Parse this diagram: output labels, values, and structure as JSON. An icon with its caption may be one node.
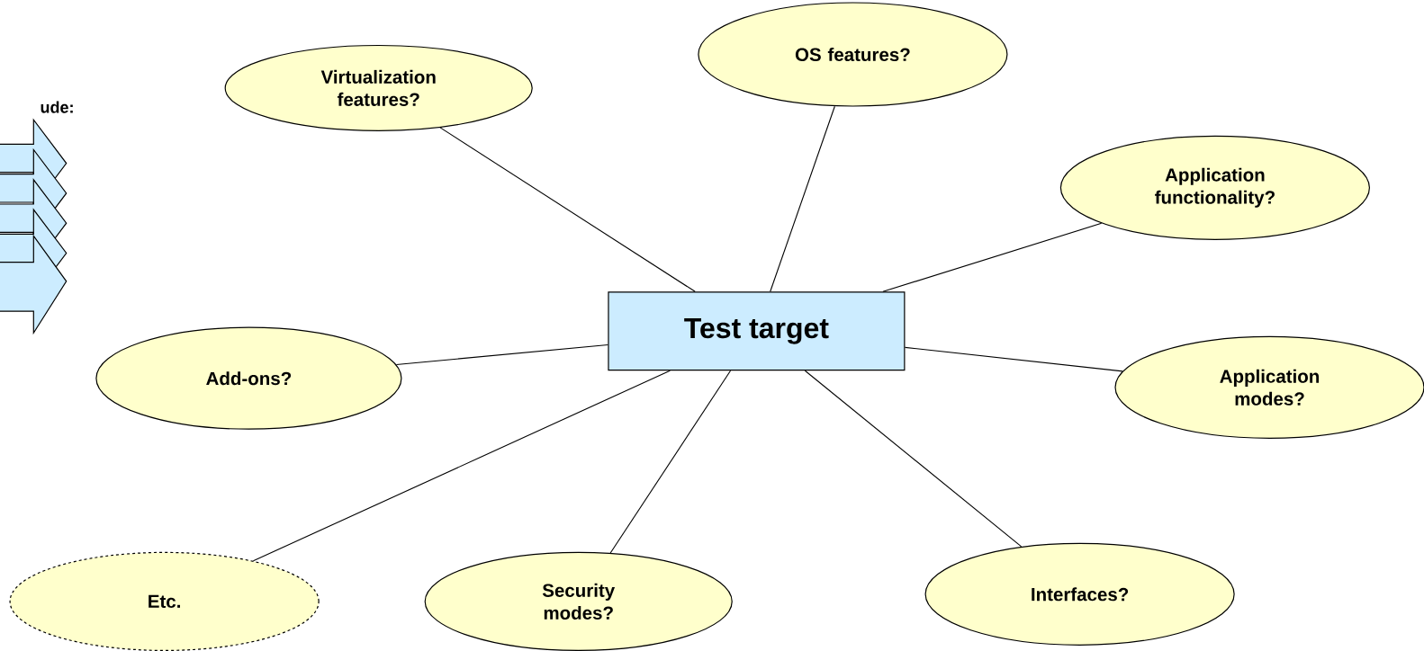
{
  "diagram": {
    "nodes": [
      {
        "text": [
          "Virtualization features?"
        ]
      },
      {
        "text": [
          "OS features?"
        ]
      },
      {
        "text": [
          "Application functionality?"
        ]
      },
      {
        "text": [
          "Test target"
        ]
      },
      {
        "text": [
          "Add-ons?"
        ]
      },
      {
        "text": [
          "Application modes?"
        ]
      },
      {
        "text": [
          "Etc."
        ]
      },
      {
        "text": [
          "Security modes?"
        ]
      },
      {
        "text": [
          "Interfaces?"
        ]
      }
    ],
    "edges": [
      {
        "from": 3,
        "to": 0,
        "arrow": "none"
      },
      {
        "from": 3,
        "to": 1,
        "arrow": "none"
      },
      {
        "from": 3,
        "to": 2,
        "arrow": "none"
      },
      {
        "from": 3,
        "to": 4,
        "arrow": "none"
      },
      {
        "from": 3,
        "to": 5,
        "arrow": "none"
      },
      {
        "from": 3,
        "to": 6,
        "arrow": "none"
      },
      {
        "from": 3,
        "to": 7,
        "arrow": "none"
      },
      {
        "from": 3,
        "to": 8,
        "arrow": "none"
      }
    ],
    "labels": [
      "ude:"
    ]
  }
}
